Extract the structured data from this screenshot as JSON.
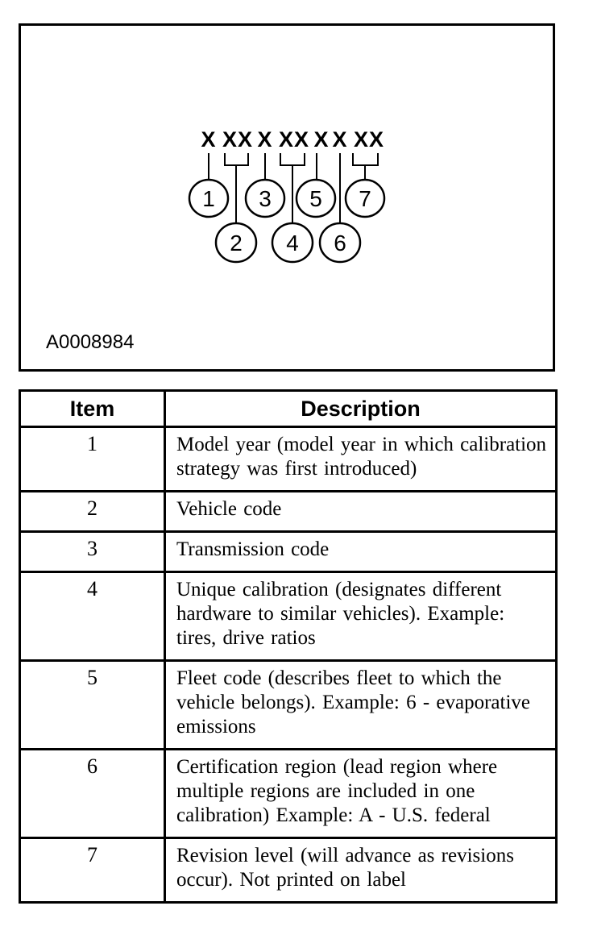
{
  "figure": {
    "caption_code": "A0008984",
    "code_groups": [
      "X",
      "XX",
      "X",
      "XX",
      "X",
      "X",
      "XX"
    ],
    "callouts": [
      "1",
      "2",
      "3",
      "4",
      "5",
      "6",
      "7"
    ]
  },
  "table": {
    "headers": {
      "item": "Item",
      "description": "Description"
    },
    "rows": [
      {
        "item": "1",
        "description": "Model year (model year in which calibration strategy was first introduced)"
      },
      {
        "item": "2",
        "description": "Vehicle code"
      },
      {
        "item": "3",
        "description": "Transmission code"
      },
      {
        "item": "4",
        "description": "Unique calibration (designates different hardware to similar vehicles). Example: tires, drive ratios"
      },
      {
        "item": "5",
        "description": "Fleet code (describes fleet to which the vehicle belongs). Example: 6 - evaporative emissions"
      },
      {
        "item": "6",
        "description": "Certification region (lead region where multiple regions are included in one calibration) Example: A - U.S. federal"
      },
      {
        "item": "7",
        "description": "Revision level (will advance as revisions occur). Not printed on label"
      }
    ]
  },
  "colors": {
    "ink": "#000000",
    "paper": "#ffffff"
  }
}
